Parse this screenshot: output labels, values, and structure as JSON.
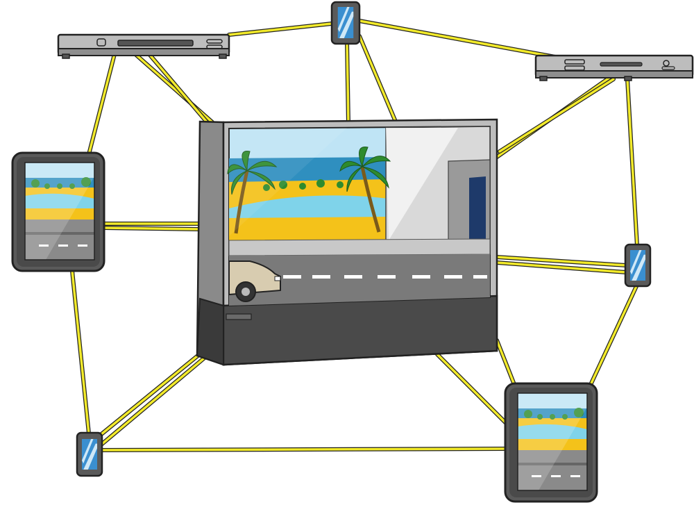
{
  "diagram": {
    "nodes": [
      {
        "id": "box-left",
        "kind": "set-top-box"
      },
      {
        "id": "box-right",
        "kind": "set-top-box"
      },
      {
        "id": "phone-top",
        "kind": "phone"
      },
      {
        "id": "phone-right",
        "kind": "phone"
      },
      {
        "id": "phone-bottom",
        "kind": "phone"
      },
      {
        "id": "tablet-left",
        "kind": "tablet"
      },
      {
        "id": "tablet-right",
        "kind": "tablet"
      },
      {
        "id": "tv",
        "kind": "television"
      }
    ],
    "links": [
      [
        "box-left",
        "phone-top"
      ],
      [
        "phone-top",
        "box-right"
      ],
      [
        "box-left",
        "tablet-left"
      ],
      [
        "box-left",
        "tv"
      ],
      [
        "phone-top",
        "tv"
      ],
      [
        "box-right",
        "tv"
      ],
      [
        "box-right",
        "phone-right"
      ],
      [
        "tablet-left",
        "tv"
      ],
      [
        "tablet-left",
        "phone-bottom"
      ],
      [
        "tv",
        "phone-right"
      ],
      [
        "tv",
        "phone-bottom"
      ],
      [
        "tv",
        "tablet-right"
      ],
      [
        "phone-bottom",
        "tablet-right"
      ],
      [
        "phone-right",
        "tablet-right"
      ]
    ],
    "colors": {
      "link": "#f2ea2a",
      "link_outline": "#222222",
      "device_body": "#5a5a5a",
      "device_dark": "#3e3e3e",
      "box_body": "#bdbdbd",
      "sky": "#bfe4f5",
      "sea": "#2f8fbf",
      "sand": "#f4c21a",
      "road": "#7a7a7a",
      "palm_leaf": "#2e8b2e"
    }
  }
}
